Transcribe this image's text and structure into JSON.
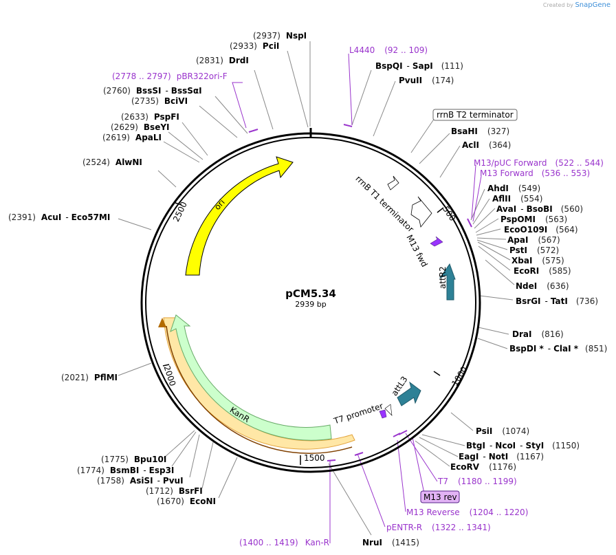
{
  "header": {
    "credit_prefix": "Created by",
    "credit_brand": "SnapGene"
  },
  "plasmid": {
    "name": "pCM5.34",
    "length": "2939 bp",
    "ticks": [
      "500",
      "1000",
      "1500",
      "2000",
      "2500"
    ]
  },
  "features": [
    {
      "name": "ori",
      "color": "#ffff00"
    },
    {
      "name": "KanR",
      "color": "#ccffcc"
    },
    {
      "name": "attR2",
      "color": "#2e8196"
    },
    {
      "name": "attL3",
      "color": "#2e8196"
    },
    {
      "name": "rrnB T1 terminator",
      "color": "#ffffff"
    },
    {
      "name": "M13 fwd",
      "color": "#9933ff"
    },
    {
      "name": "T7 promoter",
      "color": "#9933ff"
    }
  ],
  "labels_right": [
    {
      "enzyme": "BspQI",
      "sep": "-",
      "enzyme2": "SapI",
      "pos": "(111)"
    },
    {
      "enzyme": "PvuII",
      "pos": "(174)"
    },
    {
      "box": "rrnB T2 terminator"
    },
    {
      "enzyme": "BsaHI",
      "pos": "(327)"
    },
    {
      "enzyme": "AclI",
      "pos": "(364)"
    },
    {
      "primer": "M13/pUC Forward",
      "range": "(522 .. 544)"
    },
    {
      "primer": "M13 Forward",
      "range": "(536 .. 553)"
    },
    {
      "enzyme": "AhdI",
      "pos": "(549)"
    },
    {
      "enzyme": "AflII",
      "pos": "(554)"
    },
    {
      "enzyme": "AvaI",
      "sep": "-",
      "enzyme2": "BsoBI",
      "pos": "(560)"
    },
    {
      "enzyme": "PspOMI",
      "pos": "(563)"
    },
    {
      "enzyme": "EcoO109I",
      "pos": "(564)"
    },
    {
      "enzyme": "ApaI",
      "pos": "(567)"
    },
    {
      "enzyme": "PstI",
      "pos": "(572)"
    },
    {
      "enzyme": "XbaI",
      "pos": "(575)"
    },
    {
      "enzyme": "EcoRI",
      "pos": "(585)"
    },
    {
      "enzyme": "NdeI",
      "pos": "(636)"
    },
    {
      "enzyme": "BsrGI",
      "sep": "-",
      "enzyme2": "TatI",
      "pos": "(736)"
    },
    {
      "enzyme": "DraI",
      "pos": "(816)"
    },
    {
      "enzyme": "BspDI *",
      "sep": "-",
      "enzyme2": "ClaI *",
      "pos": "(851)"
    },
    {
      "enzyme": "PsiI",
      "pos": "(1074)"
    },
    {
      "enzyme": "BtgI",
      "sep": "-",
      "enzyme2": "NcoI",
      "sep2": "-",
      "enzyme3": "StyI",
      "pos": "(1150)"
    },
    {
      "enzyme": "EagI",
      "sep": "-",
      "enzyme2": "NotI",
      "pos": "(1167)"
    },
    {
      "enzyme": "EcoRV",
      "pos": "(1176)"
    },
    {
      "primer": "T7",
      "range": "(1180 .. 1199)"
    },
    {
      "box": "M13 rev"
    },
    {
      "primer": "M13 Reverse",
      "range": "(1204 .. 1220)"
    },
    {
      "primer": "pENTR-R",
      "range": "(1322 .. 1341)"
    }
  ],
  "labels_top": [
    {
      "pos": "(2937)",
      "enzyme": "NspI"
    },
    {
      "pos": "(2933)",
      "enzyme": "PciI"
    },
    {
      "pos": "(2831)",
      "enzyme": "DrdI"
    },
    {
      "primer": "L4440",
      "range": "(92 .. 109)"
    }
  ],
  "labels_left": [
    {
      "range": "(2778 .. 2797)",
      "primer": "pBR322ori-F"
    },
    {
      "pos": "(2760)",
      "enzyme": "BssSI",
      "sep": "-",
      "enzyme2": "BssSαI"
    },
    {
      "pos": "(2735)",
      "enzyme": "BciVI"
    },
    {
      "pos": "(2633)",
      "enzyme": "PspFI"
    },
    {
      "pos": "(2629)",
      "enzyme": "BseYI"
    },
    {
      "pos": "(2619)",
      "enzyme": "ApaLI"
    },
    {
      "pos": "(2524)",
      "enzyme": "AlwNI"
    },
    {
      "pos": "(2391)",
      "enzyme": "AcuI",
      "sep": "-",
      "enzyme2": "Eco57MI"
    },
    {
      "pos": "(2021)",
      "enzyme": "PflMI"
    },
    {
      "pos": "(1775)",
      "enzyme": "Bpu10I"
    },
    {
      "pos": "(1774)",
      "enzyme": "BsmBI",
      "sep": "-",
      "enzyme2": "Esp3I"
    },
    {
      "pos": "(1758)",
      "enzyme": "AsiSI",
      "sep": "-",
      "enzyme2": "PvuI"
    },
    {
      "pos": "(1712)",
      "enzyme": "BsrFI"
    },
    {
      "pos": "(1670)",
      "enzyme": "EcoNI"
    }
  ],
  "labels_bottom": [
    {
      "range": "(1400 .. 1419)",
      "primer": "Kan-R"
    },
    {
      "enzyme": "NruI",
      "pos": "(1415)"
    }
  ]
}
